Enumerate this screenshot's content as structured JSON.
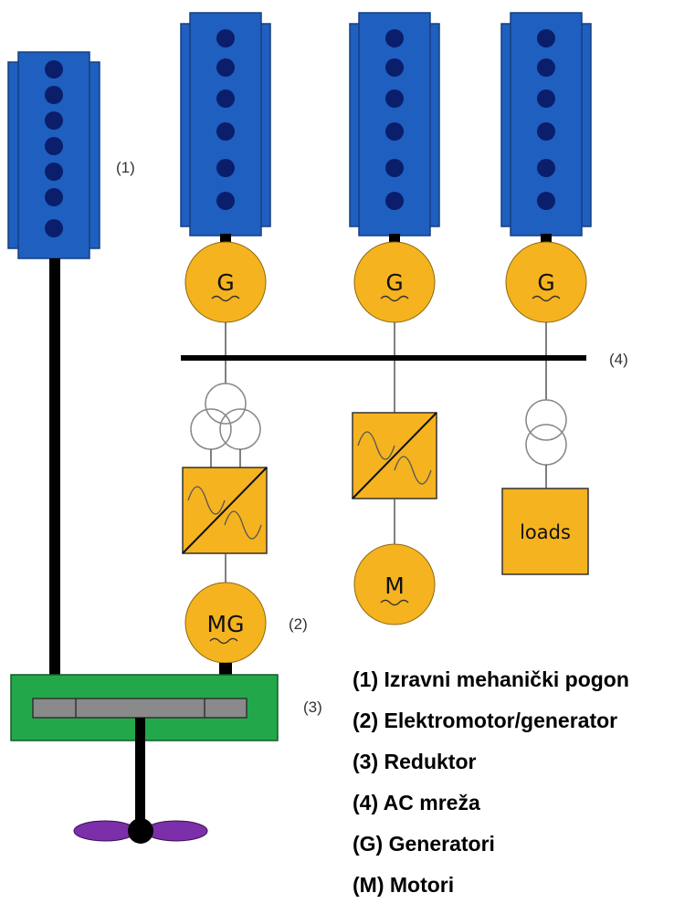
{
  "labels": {
    "engine_direct": "(1)",
    "motor_generator": "(2)",
    "gearbox": "(3)",
    "ac_grid": "(4)"
  },
  "symbols": {
    "generator": "G",
    "motor_generator": "MG",
    "motor": "M",
    "loads": "loads"
  },
  "legend": [
    "(1) Izravni mehanički pogon",
    "(2) Elektromotor/generator",
    "(3) Reduktor",
    "(4) AC mreža",
    "(G) Generatori",
    "(M) Motori"
  ],
  "colors": {
    "engine_blue": "#1f5fbf",
    "engine_dot": "#0a1e6b",
    "machine_orange": "#f5b320",
    "gearbox_green": "#22a84a",
    "shaft_gray": "#8a8a8a",
    "propeller_purple": "#7b2fa8"
  }
}
